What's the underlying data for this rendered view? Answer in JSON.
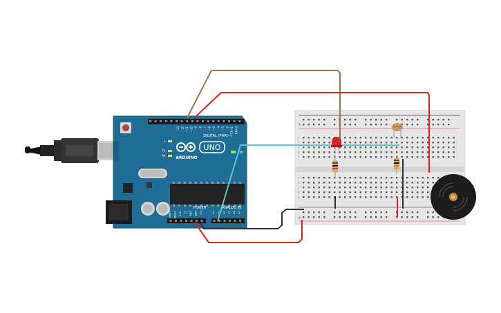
{
  "arduino": {
    "brand": "ARDUINO",
    "model": "UNO",
    "digital_label": "DIGITAL (PWM~)",
    "power_label": "POWER",
    "analog_label": "ANALOG IN",
    "on_label": "ON",
    "l_label": "L",
    "tx_label": "TX",
    "rx_label": "RX",
    "aref_label": "AREF",
    "gnd_label": "GND",
    "digital_pins": [
      "13",
      "12",
      "~11",
      "~10",
      "~9",
      "8",
      "7",
      "~6",
      "~5",
      "4",
      "~3",
      "2",
      "TX→1",
      "RX←0"
    ],
    "power_pins": [
      "IOREF",
      "RESET",
      "3.3V",
      "5V",
      "GND",
      "GND",
      "Vin"
    ],
    "analog_pins": [
      "A0",
      "A1",
      "A2",
      "A3",
      "A4",
      "A5"
    ]
  },
  "breadboard": {
    "plus_sign": "+",
    "minus_sign": "−",
    "row_letters_top": [
      "j",
      "i",
      "h",
      "g",
      "f"
    ],
    "row_letters_bottom": [
      "e",
      "d",
      "c",
      "b",
      "a"
    ]
  },
  "components": [
    "led-red",
    "photoresistor",
    "resistor",
    "resistor",
    "piezo-buzzer"
  ],
  "colors": {
    "board": "#1f6d94",
    "wire_brown": "#a0714a",
    "wire_red": "#e0201b",
    "wire_cyan": "#64c4cf",
    "wire_black": "#303030",
    "breadboard": "#e6e6e6",
    "led": "#d2242a"
  }
}
